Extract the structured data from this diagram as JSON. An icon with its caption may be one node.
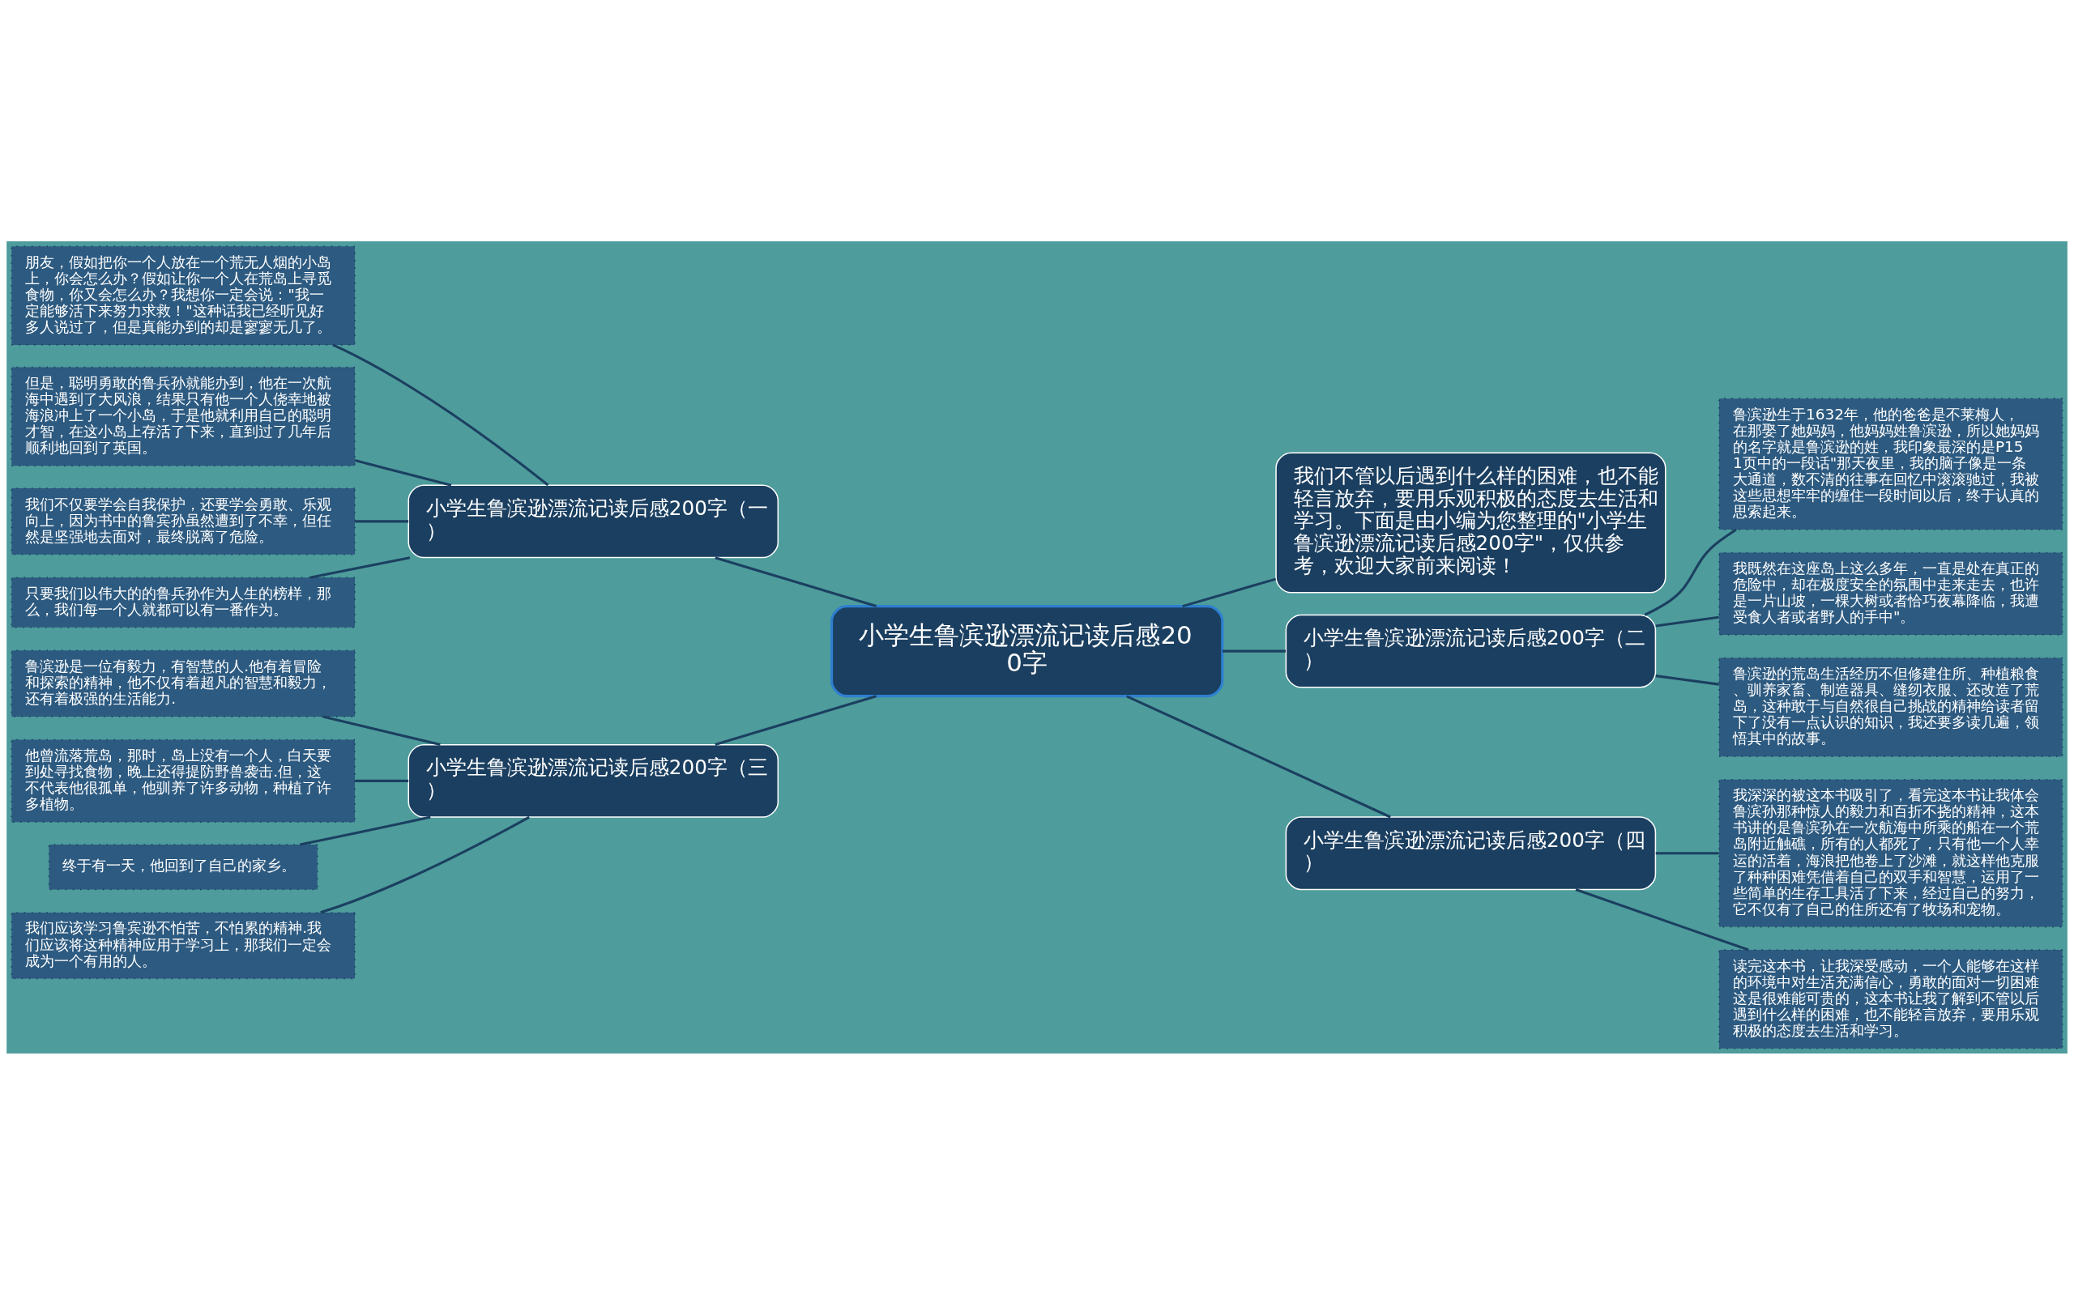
{
  "diagram": {
    "nodes": [
      {
        "text": [
          "小学生鲁滨逊漂流记读后感200字"
        ]
      },
      {
        "text": [
          "小学生鲁滨逊漂流记读后感200字（一）"
        ]
      },
      {
        "text": [
          "朋友，假如把你一个人放在一个荒无人烟的小岛上，你会怎么办？假如让你一个人在荒岛上寻觅食物，你又会怎么办？我想你一定会说：\"我一定能够活下来努力求救！\"这种话我已经听见好多人说过了，但是真能办到的却是寥寥无几了。"
        ]
      },
      {
        "text": [
          "但是，聪明勇敢的鲁兵孙就能办到，他在一次航海中遇到了大风浪，结果只有他一个人侥幸地被海浪冲上了一个小岛，于是他就利用自己的聪明才智，在这小岛上存活了下来，直到过了几年后顺利地回到了英国。"
        ]
      },
      {
        "text": [
          "我们不仅要学会自我保护，还要学会勇敢、乐观向上，因为书中的鲁宾孙虽然遭到了不幸，但任然是坚强地去面对，最终脱离了危险。"
        ]
      },
      {
        "text": [
          "只要我们以伟大的的鲁兵孙作为人生的榜样，那么，我们每一个人就都可以有一番作为。"
        ]
      },
      {
        "text": [
          "小学生鲁滨逊漂流记读后感200字（三）"
        ]
      },
      {
        "text": [
          "鲁滨逊是一位有毅力，有智慧的人.他有着冒险和探索的精神，他不仅有着超凡的智慧和毅力，还有着极强的生活能力."
        ]
      },
      {
        "text": [
          "他曾流落荒岛，那时，岛上没有一个人，白天要到处寻找食物，晚上还得提防野兽袭击.但，这不代表他很孤单，他驯养了许多动物，种植了许多植物。"
        ]
      },
      {
        "text": [
          "终于有一天，他回到了自己的家乡。"
        ]
      },
      {
        "text": [
          "我们应该学习鲁宾逊不怕苦，不怕累的精神.我们应该将这种精神应用于学习上，那我们一定会成为一个有用的人。"
        ]
      },
      {
        "text": [
          "我们不管以后遇到什么样的困难，也不能轻言放弃，要用乐观积极的态度去生活和学习。下面是由小编为您整理的\"小学生鲁滨逊漂流记读后感200字\"，仅供参考，欢迎大家前来阅读！"
        ]
      },
      {
        "text": [
          "小学生鲁滨逊漂流记读后感200字（二）"
        ]
      },
      {
        "text": [
          "鲁滨逊生于1632年，他的爸爸是不莱梅人，在那娶了她妈妈，他妈妈姓鲁滨逊，所以她妈妈的名字就是鲁滨逊的姓，我印象最深的是P151页中的一段话\"那天夜里，我的脑子像是一条大通道，数不清的往事在回忆中滚滚驰过，我被这些思想牢牢的缠住一段时间以后，终于认真的思索起来。"
        ]
      },
      {
        "text": [
          "我既然在这座岛上这么多年，一直是处在真正的危险中，却在极度安全的氛围中走来走去，也许是一片山坡，一棵大树或者恰巧夜幕降临，我遭受食人者或者野人的手中\"。"
        ]
      },
      {
        "text": [
          "鲁滨逊的荒岛生活经历不但修建住所、种植粮食、驯养家畜、制造器具、缝纫衣服、还改造了荒岛，这种敢于与自然很自己挑战的精神给读者留下了没有一点认识的知识，我还要多读几遍，领悟其中的故事。"
        ]
      },
      {
        "text": [
          "小学生鲁滨逊漂流记读后感200字（四）"
        ]
      },
      {
        "text": [
          "我深深的被这本书吸引了，看完这本书让我体会鲁滨孙那种惊人的毅力和百折不挠的精神，这本书讲的是鲁滨孙在一次航海中所乘的船在一个荒岛附近触礁，所有的人都死了，只有他一个人幸运的活着，海浪把他卷上了沙滩，就这样他克服了种种困难凭借着自己的双手和智慧，运用了一些简单的生存工具活了下来，经过自己的努力，它不仅有了自己的住所还有了牧场和宠物。"
        ]
      },
      {
        "text": [
          "读完这本书，让我深受感动，一个人能够在这样的环境中对生活充满信心，勇敢的面对一切困难这是很难能可贵的，这本书让我了解到不管以后遇到什么样的困难，也不能轻言放弃，要用乐观积极的态度去生活和学习。"
        ]
      }
    ],
    "edges": [
      {
        "from": 0,
        "to": 1,
        "arrow": "none"
      },
      {
        "from": 1,
        "to": 2,
        "arrow": "none"
      },
      {
        "from": 1,
        "to": 3,
        "arrow": "none"
      },
      {
        "from": 1,
        "to": 4,
        "arrow": "none"
      },
      {
        "from": 1,
        "to": 5,
        "arrow": "none"
      },
      {
        "from": 0,
        "to": 6,
        "arrow": "none"
      },
      {
        "from": 6,
        "to": 7,
        "arrow": "none"
      },
      {
        "from": 6,
        "to": 8,
        "arrow": "none"
      },
      {
        "from": 6,
        "to": 9,
        "arrow": "none"
      },
      {
        "from": 6,
        "to": 10,
        "arrow": "none"
      },
      {
        "from": 0,
        "to": 11,
        "arrow": "none"
      },
      {
        "from": 0,
        "to": 12,
        "arrow": "none"
      },
      {
        "from": 12,
        "to": 13,
        "arrow": "none"
      },
      {
        "from": 12,
        "to": 14,
        "arrow": "none"
      },
      {
        "from": 12,
        "to": 15,
        "arrow": "none"
      },
      {
        "from": 0,
        "to": 16,
        "arrow": "none"
      },
      {
        "from": 16,
        "to": 17,
        "arrow": "none"
      },
      {
        "from": 16,
        "to": 18,
        "arrow": "none"
      }
    ]
  }
}
